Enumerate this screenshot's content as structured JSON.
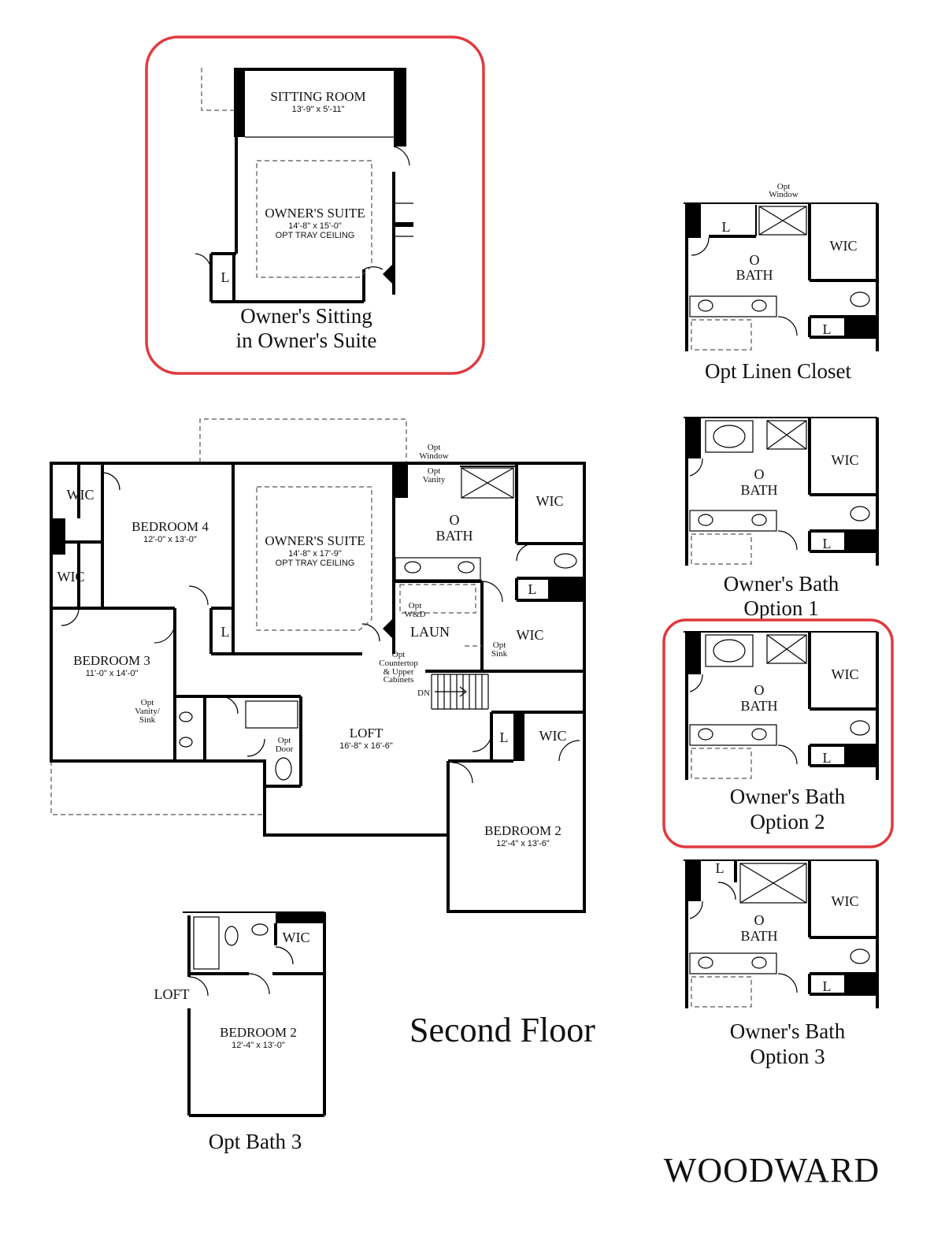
{
  "sitting_inset": {
    "sitting_room": "SITTING ROOM",
    "sitting_room_dim": "13'-9\" x 5'-11\"",
    "owners_suite": "OWNER'S SUITE",
    "owners_suite_dim": "14'-8\" x 15'-0\"",
    "tray_ceiling": "OPT TRAY CEILING",
    "linen": "L",
    "caption_line1": "Owner's Sitting",
    "caption_line2": "in Owner's Suite"
  },
  "main_plan": {
    "title": "Second Floor",
    "rooms": {
      "bedroom4": "BEDROOM 4",
      "bedroom4_dim": "12'-0\" x 13'-0\"",
      "owners_suite": "OWNER'S SUITE",
      "owners_suite_dim": "14'-8\" x 17'-9\"",
      "tray_ceiling": "OPT TRAY CEILING",
      "o": "O",
      "bath": "BATH",
      "bedroom3": "BEDROOM 3",
      "bedroom3_dim": "11'-0\" x 14'-0\"",
      "loft": "LOFT",
      "loft_dim": "16'-8\" x 16'-6\"",
      "bedroom2": "BEDROOM 2",
      "bedroom2_dim": "12'-4\" x 13'-6\"",
      "laun": "LAUN",
      "wic": "WIC",
      "linen": "L",
      "dn": "DN"
    },
    "notes": {
      "opt": "Opt",
      "window": "Window",
      "vanity": "Vanity",
      "wd": "W&D",
      "countertop": "Countertop",
      "upper": "& Upper",
      "cabinets": "Cabinets",
      "sink": "Sink",
      "vanity_sink": "Vanity/",
      "sink2": "Sink",
      "door": "Door"
    }
  },
  "opt_bath3": {
    "caption": "Opt Bath 3",
    "bedroom2": "BEDROOM 2",
    "bedroom2_dim": "12'-4\" x 13'-0\"",
    "wic": "WIC",
    "loft": "LOFT"
  },
  "bath_options": {
    "opt_window_1": "Opt",
    "opt_window_2": "Window",
    "linen": "L",
    "wic": "WIC",
    "o": "O",
    "bath": "BATH",
    "linen_closet_caption": "Opt Linen Closet",
    "option1_line1": "Owner's Bath",
    "option1_line2": "Option 1",
    "option2_line1": "Owner's Bath",
    "option2_line2": "Option 2",
    "option3_line1": "Owner's Bath",
    "option3_line2": "Option 3"
  },
  "brand": "WOODWARD",
  "colors": {
    "highlight": "#e0393e",
    "wall": "#000000"
  }
}
